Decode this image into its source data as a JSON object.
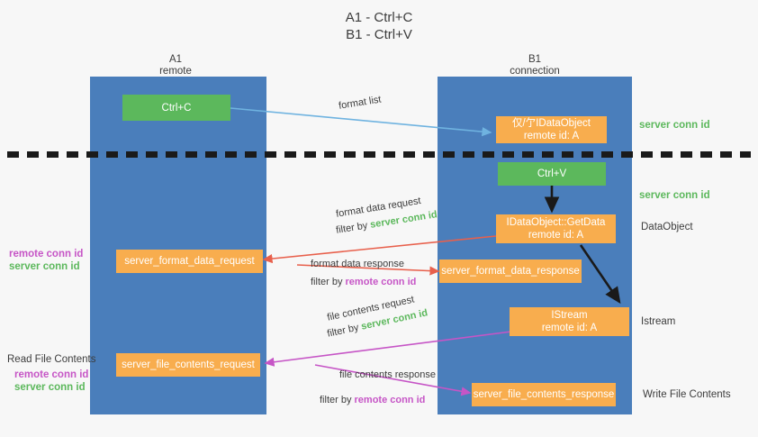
{
  "title": "A1 - Ctrl+C\nB1 - Ctrl+V",
  "columns": [
    {
      "name": "A1",
      "sub": "remote"
    },
    {
      "name": "B1",
      "sub": "connection"
    }
  ],
  "boxes": {
    "ctrl_c": "Ctrl+C",
    "ctrl_v": "Ctrl+V",
    "idataobject_line1": "仅/亇IDataObject",
    "idataobject_line2": "remote id: A",
    "getdata_line1": "IDataObject::GetData",
    "getdata_line2": "remote id: A",
    "istream_line1": "IStream",
    "istream_line2": "remote id: A",
    "server_format_data_request": "server_format_data_request",
    "server_format_data_response": "server_format_data_response",
    "server_file_contents_request": "server_file_contents_request",
    "server_file_contents_response": "server_file_contents_response"
  },
  "arrows": {
    "format_list": "format list",
    "format_data_request": "format data request",
    "format_data_response": "format data response",
    "file_contents_request": "file contents request",
    "file_contents_response": "file contents response",
    "filter_by": "filter by ",
    "server_conn_id": "server conn id",
    "remote_conn_id": "remote conn id"
  },
  "side_labels": {
    "server_conn_id_top": "server conn id",
    "server_conn_id_mid": "server conn id",
    "dataobject": "DataObject",
    "istream": "Istream",
    "write_file_contents": "Write File Contents",
    "read_file_contents": "Read File Contents",
    "remote_conn_id": "remote conn id",
    "server_conn_id": "server conn id"
  },
  "colors": {
    "lane": "#4a7ebb",
    "green": "#5cb85c",
    "orange": "#f8ad4e",
    "red_arrow": "#e8604c",
    "magenta_arrow": "#c655c6",
    "blue_arrow": "#6fb3e0",
    "black": "#1a1a1a"
  }
}
